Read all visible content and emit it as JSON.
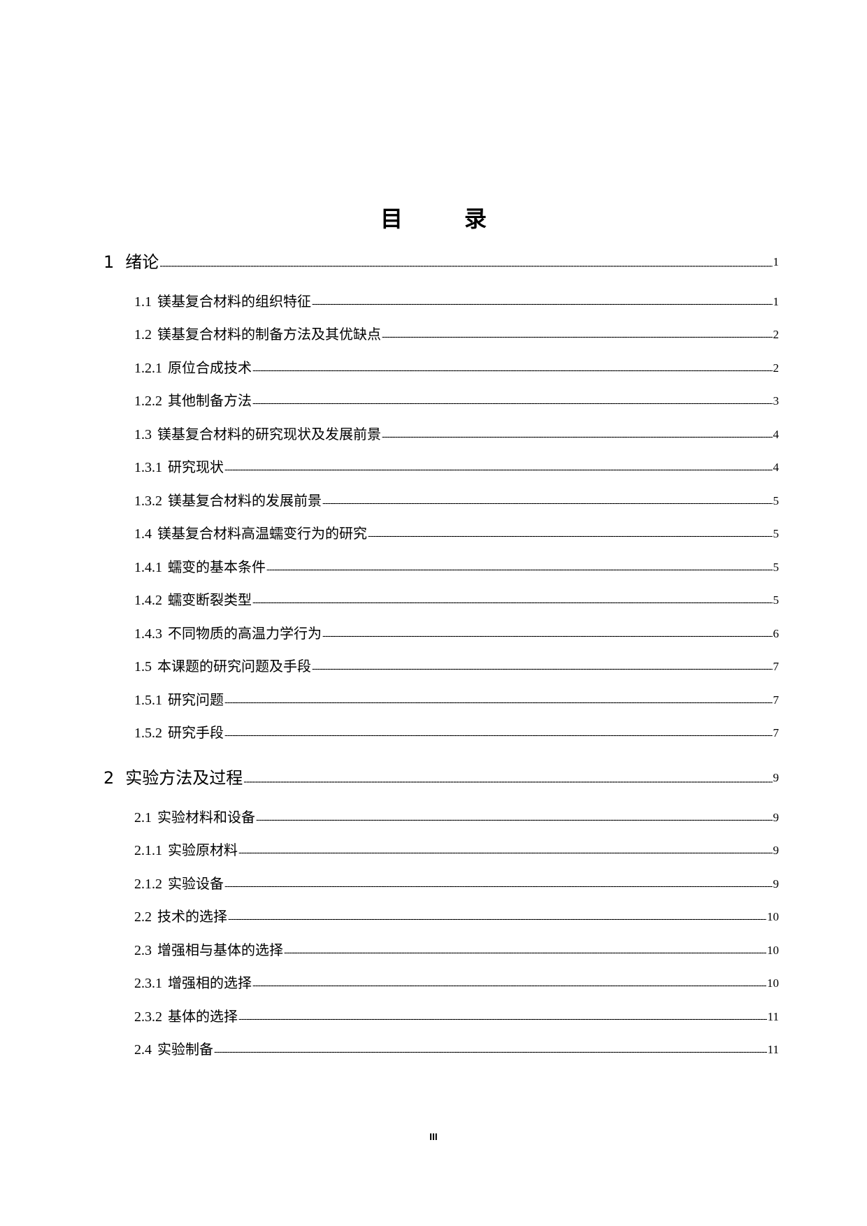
{
  "document": {
    "title": "目　录",
    "footer_page": "III",
    "toc": [
      {
        "level": 1,
        "num": "1",
        "text": "绪论",
        "page": "1"
      },
      {
        "level": 2,
        "num": "1.1",
        "text": "镁基复合材料的组织特征",
        "page": "1"
      },
      {
        "level": 2,
        "num": "1.2",
        "text": "镁基复合材料的制备方法及其优缺点",
        "page": "2"
      },
      {
        "level": 2,
        "num": "1.2.1",
        "text": "原位合成技术",
        "page": "2"
      },
      {
        "level": 2,
        "num": "1.2.2",
        "text": "其他制备方法",
        "page": "3"
      },
      {
        "level": 2,
        "num": "1.3",
        "text": "镁基复合材料的研究现状及发展前景",
        "page": "4"
      },
      {
        "level": 2,
        "num": "1.3.1",
        "text": "研究现状",
        "page": "4"
      },
      {
        "level": 2,
        "num": "1.3.2",
        "text": "镁基复合材料的发展前景",
        "page": "5"
      },
      {
        "level": 2,
        "num": "1.4",
        "text": "镁基复合材料高温蠕变行为的研究",
        "page": "5"
      },
      {
        "level": 2,
        "num": "1.4.1",
        "text": "蠕变的基本条件",
        "page": "5"
      },
      {
        "level": 2,
        "num": "1.4.2",
        "text": "蠕变断裂类型",
        "page": "5"
      },
      {
        "level": 2,
        "num": "1.4.3",
        "text": "不同物质的高温力学行为",
        "page": "6"
      },
      {
        "level": 2,
        "num": "1.5",
        "text": "本课题的研究问题及手段",
        "page": "7"
      },
      {
        "level": 2,
        "num": "1.5.1",
        "text": "研究问题",
        "page": "7"
      },
      {
        "level": 2,
        "num": "1.5.2",
        "text": "研究手段",
        "page": "7"
      },
      {
        "level": 1,
        "num": "2",
        "text": "实验方法及过程",
        "page": "9"
      },
      {
        "level": 2,
        "num": "2.1",
        "text": "实验材料和设备",
        "page": "9"
      },
      {
        "level": 2,
        "num": "2.1.1",
        "text": "实验原材料",
        "page": "9"
      },
      {
        "level": 2,
        "num": "2.1.2",
        "text": "实验设备",
        "page": "9"
      },
      {
        "level": 2,
        "num": "2.2",
        "text": "技术的选择",
        "page": "10"
      },
      {
        "level": 2,
        "num": "2.3",
        "text": "增强相与基体的选择",
        "page": "10"
      },
      {
        "level": 2,
        "num": "2.3.1",
        "text": "增强相的选择",
        "page": "10"
      },
      {
        "level": 2,
        "num": "2.3.2",
        "text": "基体的选择",
        "page": "11"
      },
      {
        "level": 2,
        "num": "2.4",
        "text": "实验制备",
        "page": "11"
      }
    ]
  }
}
